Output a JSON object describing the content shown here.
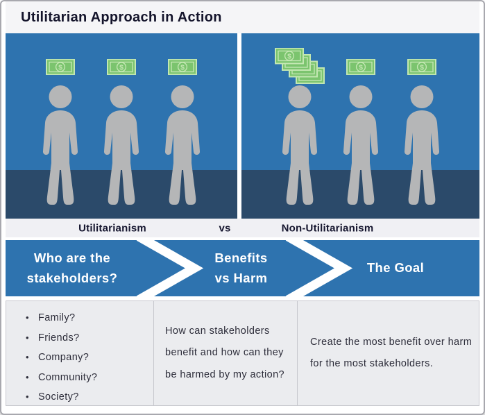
{
  "page": {
    "title": "Utilitarian Approach in Action"
  },
  "comparison": {
    "left_label": "Utilitarianism",
    "vs_label": "vs",
    "right_label": "Non-Utilitarianism"
  },
  "money": {
    "symbol": "$"
  },
  "steps": [
    {
      "label": "Who are the\nstakeholders?"
    },
    {
      "label": "Benefits\nvs Harm"
    },
    {
      "label": "The Goal"
    }
  ],
  "columns": [
    {
      "items": [
        "Family?",
        "Friends?",
        "Company?",
        "Community?",
        "Society?"
      ]
    },
    {
      "text": "How can stakeholders benefit and how can they be harmed by my action?"
    },
    {
      "text": "Create the most benefit over harm for the most stakeholders."
    }
  ],
  "colors": {
    "panel_blue": "#2e73af",
    "floor_navy": "#2b4a6a",
    "person_gray": "#b5b6b7",
    "bill_green": "#7bc46e",
    "bill_light_green": "#c3e7b2",
    "band_bg": "#f0f0f4",
    "columns_bg": "#ebecef",
    "text_dark": "#14142b"
  }
}
